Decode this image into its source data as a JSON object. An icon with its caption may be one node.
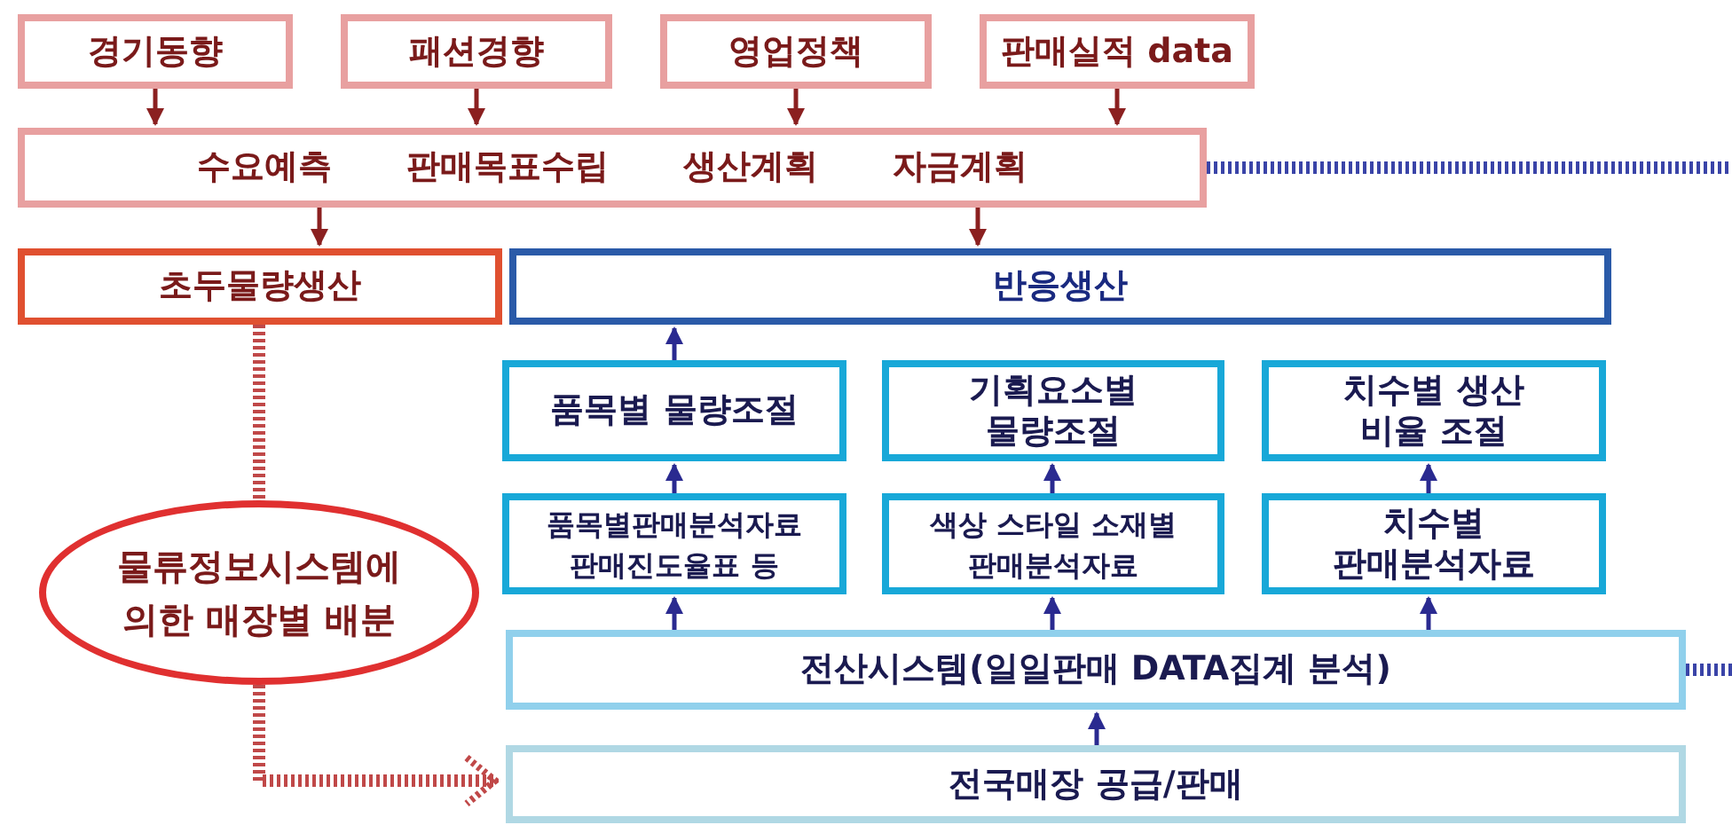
{
  "diagram": {
    "nodes": [
      {
        "text": [
          "경기동향"
        ]
      },
      {
        "text": [
          "패션경향"
        ]
      },
      {
        "text": [
          "영업정책"
        ]
      },
      {
        "text": [
          "판매실적 data"
        ]
      },
      {
        "text": [
          "수요예측",
          "판매목표수립",
          "생산계획",
          "자금계획"
        ]
      },
      {
        "text": [
          "초두물량생산"
        ]
      },
      {
        "text": [
          "반응생산"
        ]
      },
      {
        "text": [
          "품목별 물량조절"
        ]
      },
      {
        "text": [
          "기획요소별 물량조절"
        ]
      },
      {
        "text": [
          "치수별 생산 비율 조절"
        ]
      },
      {
        "text": [
          "품목별판매분석자료 판매진도율표 등"
        ]
      },
      {
        "text": [
          "색상 스타일 소재별 판매분석자료"
        ]
      },
      {
        "text": [
          "치수별 판매분석자료"
        ]
      },
      {
        "text": [
          "전산시스템(일일판매 DATA집계 분석)"
        ]
      },
      {
        "text": [
          "전국매장 공급/판매"
        ]
      },
      {
        "text": [
          "물류정보시스템에 의한 매장별 배분"
        ]
      }
    ],
    "edges": [
      {
        "from": 0,
        "to": 4,
        "arrow": "to",
        "color": "#8b2020"
      },
      {
        "from": 1,
        "to": 4,
        "arrow": "to",
        "color": "#8b2020"
      },
      {
        "from": 2,
        "to": 4,
        "arrow": "to",
        "color": "#8b2020"
      },
      {
        "from": 3,
        "to": 4,
        "arrow": "to",
        "color": "#8b2020"
      },
      {
        "from": 4,
        "to": 5,
        "arrow": "to",
        "color": "#8b2020"
      },
      {
        "from": 4,
        "to": 6,
        "arrow": "to",
        "color": "#8b2020"
      },
      {
        "from": 7,
        "to": 6,
        "arrow": "to"
      },
      {
        "from": 10,
        "to": 7,
        "arrow": "to"
      },
      {
        "from": 11,
        "to": 8,
        "arrow": "to"
      },
      {
        "from": 12,
        "to": 9,
        "arrow": "to"
      },
      {
        "from": 13,
        "to": 10,
        "arrow": "to"
      },
      {
        "from": 13,
        "to": 11,
        "arrow": "to"
      },
      {
        "from": 13,
        "to": 12,
        "arrow": "to"
      },
      {
        "from": 14,
        "to": 13,
        "arrow": "to"
      },
      {
        "from": 5,
        "to": 15,
        "arrow": "none",
        "style": "dashed",
        "color": "#c04848"
      },
      {
        "from": 15,
        "to": 14,
        "arrow": "to",
        "style": "dashed",
        "color": "#c04848"
      },
      {
        "from": 4,
        "to": null,
        "arrow": "none",
        "style": "dashed",
        "color": "#3a44a8"
      },
      {
        "from": 13,
        "to": null,
        "arrow": "none",
        "style": "dashed",
        "color": "#3a44a8"
      }
    ]
  }
}
